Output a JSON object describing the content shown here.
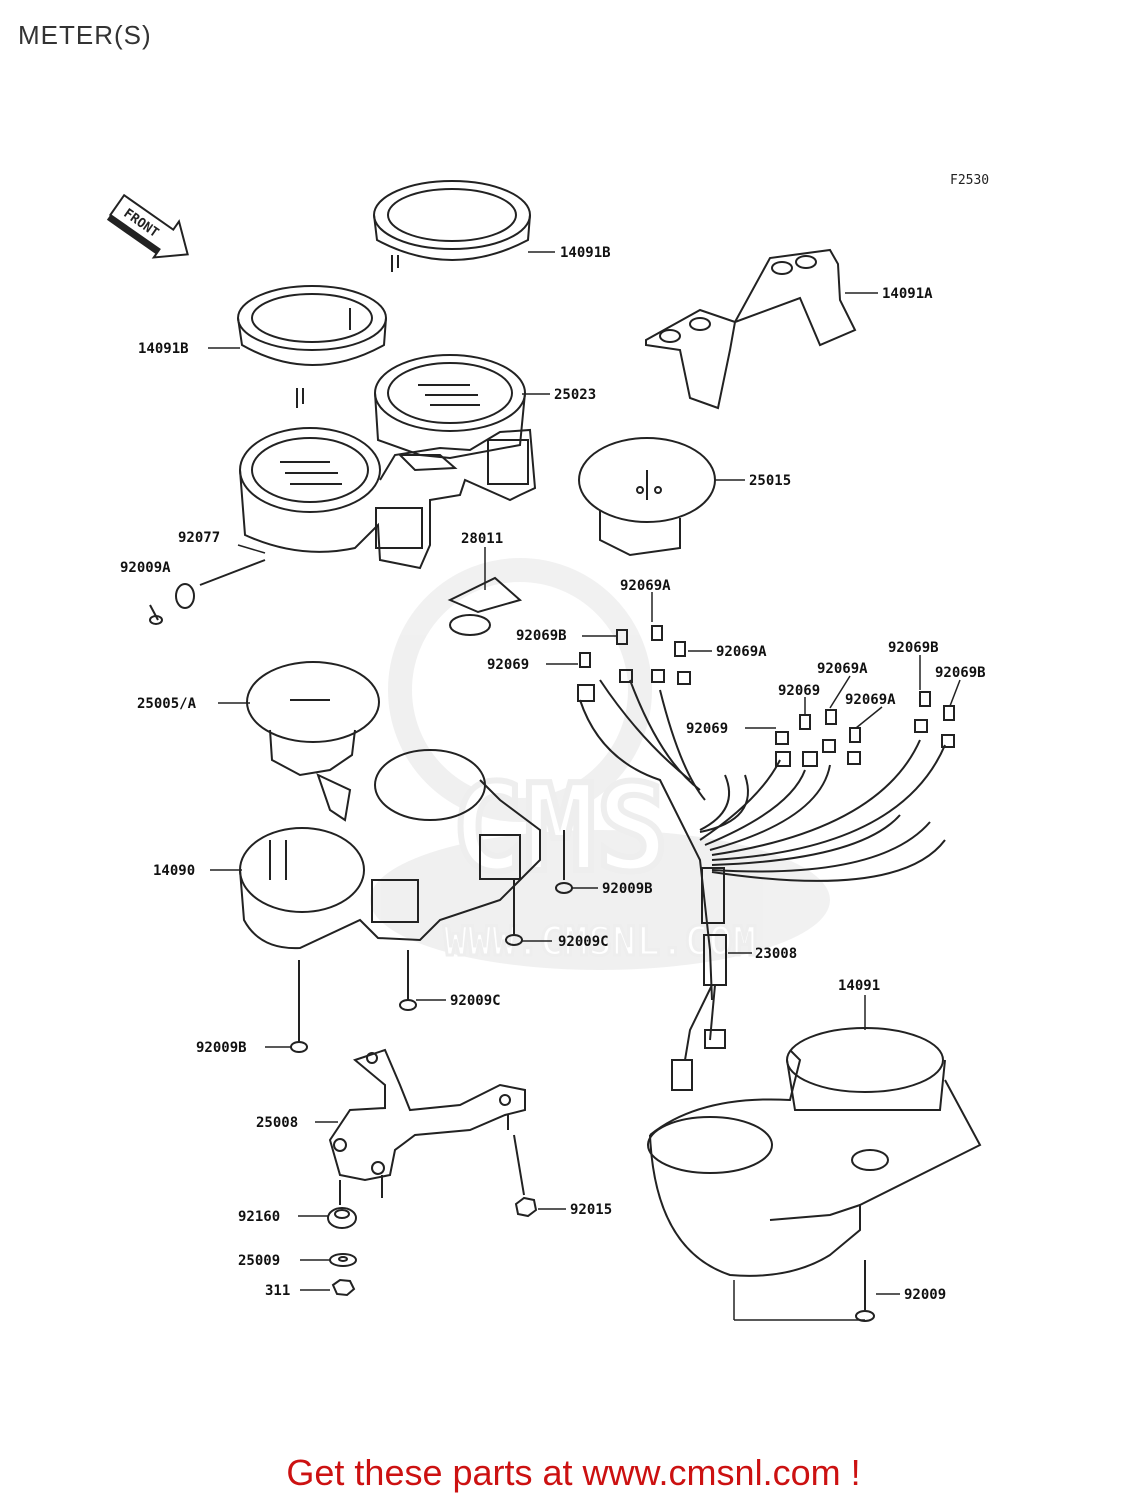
{
  "page": {
    "title": "METER(S)"
  },
  "diagram": {
    "figure_code": "F2530",
    "front_label": "FRONT",
    "watermark_text": "CMS",
    "watermark_url": "WWW.CMSNL.COM",
    "parts": [
      "14091B",
      "14091A",
      "14091B",
      "25023",
      "25015",
      "92077",
      "28011",
      "92009A",
      "92069A",
      "92069B",
      "92069A",
      "92069",
      "92069B",
      "92069A",
      "92069B",
      "92069",
      "92069A",
      "92069",
      "25005/A",
      "14090",
      "92009B",
      "92009C",
      "23008",
      "92009C",
      "14091",
      "92009B",
      "25008",
      "92160",
      "92015",
      "25009",
      "311",
      "92009"
    ]
  },
  "footer": {
    "promo": "Get these parts at www.cmsnl.com !"
  }
}
